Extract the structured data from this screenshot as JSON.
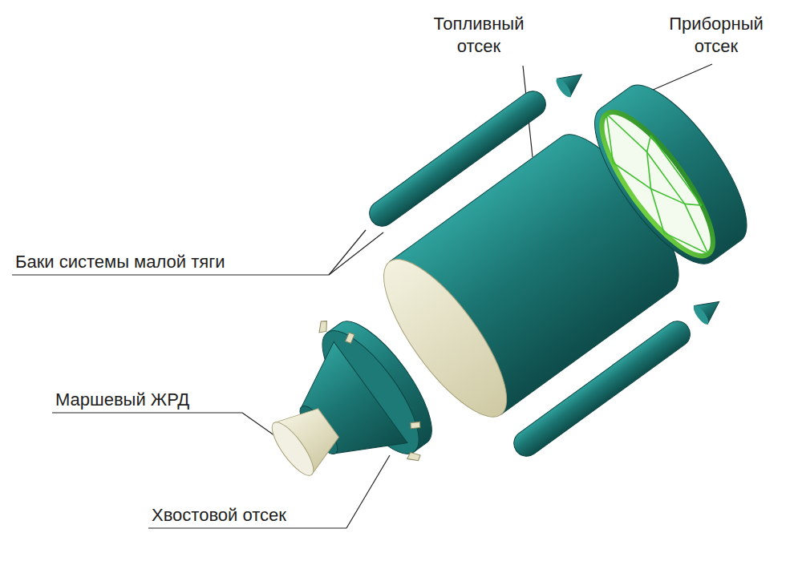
{
  "diagram": {
    "labels": [
      "Топливный отсек",
      "Приборный отсек",
      "Баки системы малой тяги",
      "Маршевый ЖРД",
      "Хвостовой отсек"
    ]
  }
}
